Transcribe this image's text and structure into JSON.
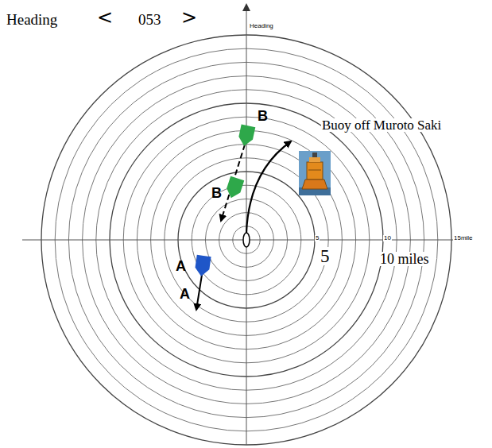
{
  "diagram": {
    "labels": [
      "Heading",
      "<",
      "053",
      ">",
      "Heading",
      "B",
      "B",
      "Buoy off Muroto Saki",
      "A",
      "A",
      "5",
      "10",
      "15mile",
      "5",
      "10 miles"
    ]
  }
}
